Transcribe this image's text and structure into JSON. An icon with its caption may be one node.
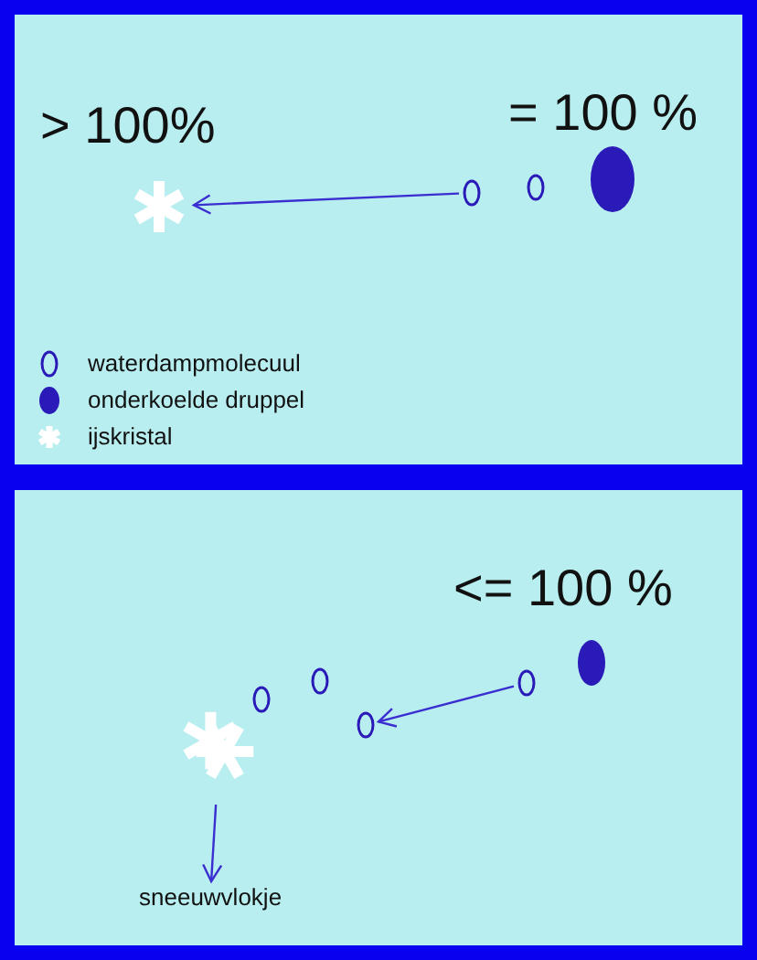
{
  "diagram": {
    "nodes": [
      {
        "text": [],
        "shape": "box"
      },
      {
        "text": [],
        "shape": "star",
        "in": 0
      },
      {
        "text": [],
        "shape": "circle",
        "in": 0
      },
      {
        "text": [],
        "shape": "circle",
        "in": 0
      },
      {
        "text": [],
        "shape": "circle",
        "in": 0
      },
      {
        "text": [],
        "shape": "box"
      },
      {
        "text": [],
        "shape": "star",
        "in": 5
      },
      {
        "text": [],
        "shape": "circle",
        "in": 5
      },
      {
        "text": [],
        "shape": "circle",
        "in": 5
      },
      {
        "text": [],
        "shape": "circle",
        "in": 5
      },
      {
        "text": [],
        "shape": "circle",
        "in": 5
      },
      {
        "text": [],
        "shape": "circle",
        "in": 5
      },
      {
        "text": [
          "sneeuwvlokje"
        ],
        "in": 5
      }
    ],
    "edges": [
      {
        "from": 2,
        "to": 1,
        "arrow": "to"
      },
      {
        "from": 10,
        "to": 9,
        "arrow": "to"
      },
      {
        "from": 6,
        "to": 12,
        "arrow": "to"
      }
    ],
    "labels": [
      "> 100%",
      "= 100 %",
      "<= 100 %"
    ],
    "legend": [
      {
        "text": "waterdampmolecuul"
      },
      {
        "text": "onderkoelde druppel"
      },
      {
        "text": "ijskristal"
      }
    ]
  }
}
